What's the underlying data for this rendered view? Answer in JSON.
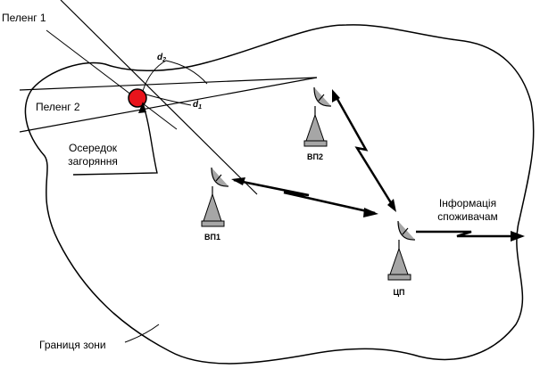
{
  "labels": {
    "bearing_1": "Пеленг 1",
    "bearing_2": "Пеленг 2",
    "fire_source_line1": "Осередок",
    "fire_source_line2": "загоряння",
    "info_line1": "Інформація",
    "info_line2": "споживачам",
    "zone_boundary": "Границя зони"
  },
  "distances": {
    "d2": {
      "letter": "d",
      "index": "2"
    },
    "d1": {
      "letter": "d",
      "index": "1"
    }
  },
  "stations": {
    "vp1": "ВП1",
    "vp2": "ВП2",
    "cp": "ЦП"
  },
  "colors": {
    "fire_fill": "#e8141c",
    "antenna_fill": "#a6a6a6",
    "line": "#000000"
  }
}
